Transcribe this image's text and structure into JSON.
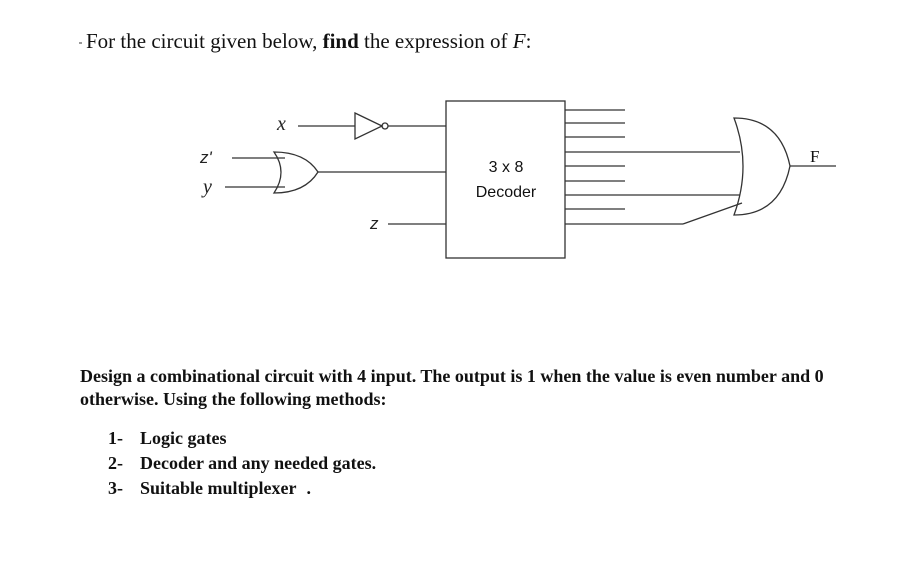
{
  "question1": {
    "prefix": "For the circuit given below, ",
    "bold": "find",
    "middle": " the expression of ",
    "var": "F",
    "suffix": ":"
  },
  "circuit": {
    "input_x": "x",
    "input_z_prime": "z'",
    "input_y": "y",
    "input_z": "z",
    "decoder_line1": "3 x 8",
    "decoder_line2": "Decoder",
    "output_label": "F"
  },
  "question2": {
    "text": "Design a combinational circuit with 4 input. The output is 1 when the value is even number and 0 otherwise. Using the following methods:"
  },
  "methods": [
    {
      "num": "1-",
      "text": "Logic gates"
    },
    {
      "num": "2-",
      "text": "Decoder and any needed gates."
    },
    {
      "num": "3-",
      "text": "Suitable multiplexer",
      "trail": "."
    }
  ]
}
